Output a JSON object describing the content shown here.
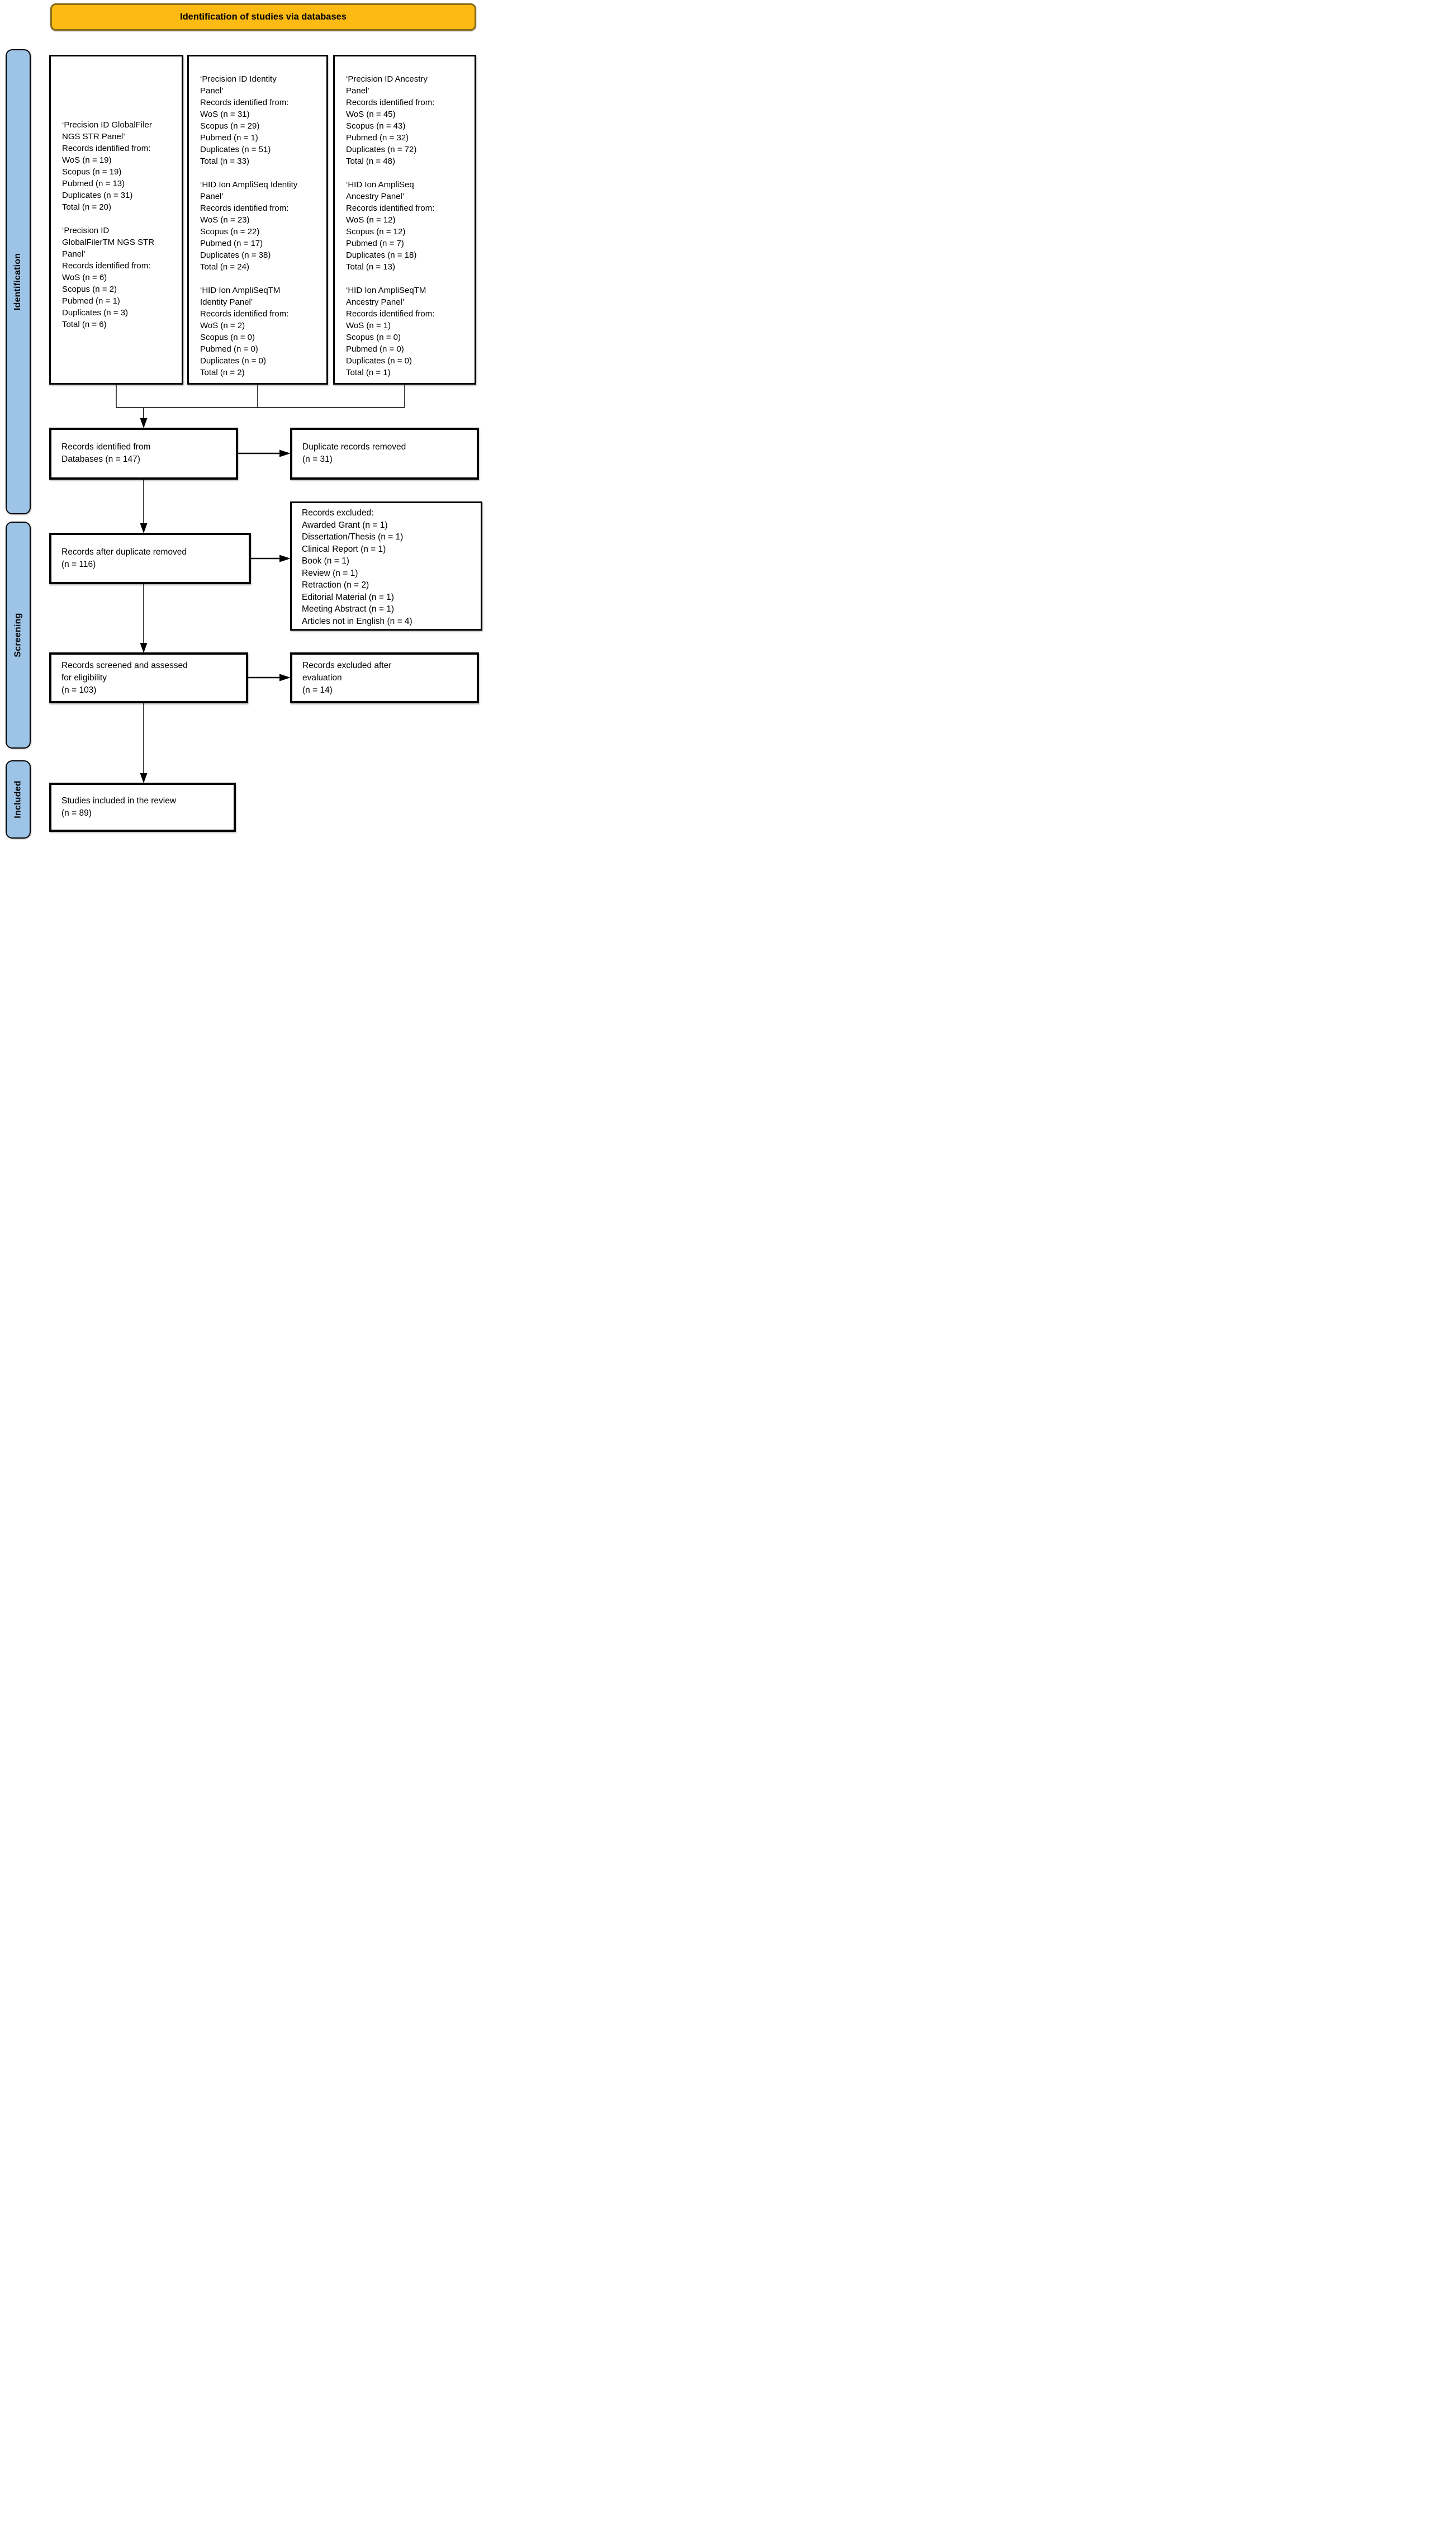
{
  "title": "Identification of studies via databases",
  "colors": {
    "header_fill": "#FCBA12",
    "header_border": "#8A6D1A",
    "sidebar_fill": "#9DC3E6"
  },
  "sidebar": {
    "stages": [
      {
        "label": "Identification"
      },
      {
        "label": "Screening"
      },
      {
        "label": "Included"
      }
    ]
  },
  "database_columns": [
    {
      "lines": [
        "‘Precision ID GlobalFiler",
        "NGS STR Panel’",
        "Records identified from:",
        "WoS (n = 19)",
        "Scopus (n = 19)",
        "Pubmed (n = 13)",
        "Duplicates (n = 31)",
        "Total (n = 20)",
        "",
        "‘Precision ID",
        "GlobalFilerTM NGS STR",
        "Panel’",
        "Records identified from:",
        "WoS (n = 6)",
        "Scopus (n = 2)",
        "Pubmed (n = 1)",
        "Duplicates (n = 3)",
        "Total (n = 6)"
      ]
    },
    {
      "lines": [
        "‘Precision ID Identity",
        "Panel’",
        "Records identified from:",
        "WoS (n = 31)",
        "Scopus (n = 29)",
        "Pubmed (n = 1)",
        "Duplicates (n = 51)",
        "Total (n = 33)",
        "",
        "‘HID Ion AmpliSeq Identity",
        "Panel’",
        "Records identified from:",
        "WoS (n = 23)",
        "Scopus (n = 22)",
        "Pubmed (n = 17)",
        "Duplicates (n = 38)",
        "Total (n = 24)",
        "",
        "‘HID Ion AmpliSeqTM",
        "Identity Panel’",
        "Records identified from:",
        "WoS (n = 2)",
        "Scopus (n = 0)",
        "Pubmed (n = 0)",
        "Duplicates (n = 0)",
        "Total (n = 2)"
      ]
    },
    {
      "lines": [
        "‘Precision ID Ancestry",
        "Panel’",
        "Records identified from:",
        "WoS (n = 45)",
        "Scopus (n = 43)",
        "Pubmed (n = 32)",
        "Duplicates (n = 72)",
        "Total (n = 48)",
        "",
        "‘HID Ion AmpliSeq",
        "Ancestry Panel’",
        "Records identified from:",
        "WoS (n = 12)",
        "Scopus (n = 12)",
        "Pubmed (n = 7)",
        "Duplicates (n = 18)",
        "Total (n = 13)",
        "",
        "‘HID Ion AmpliSeqTM",
        "Ancestry Panel’",
        "Records identified from:",
        "WoS (n = 1)",
        "Scopus (n = 0)",
        "Pubmed (n = 0)",
        "Duplicates (n = 0)",
        "Total (n = 1)"
      ]
    }
  ],
  "flow_boxes": {
    "records_identified": {
      "lines": [
        "Records identified from",
        "Databases (n = 147)"
      ]
    },
    "duplicate_removed": {
      "lines": [
        "Duplicate records removed",
        "(n = 31)"
      ]
    },
    "records_excluded": {
      "lines": [
        "Records excluded:",
        "Awarded Grant (n = 1)",
        "Dissertation/Thesis (n = 1)",
        "Clinical Report (n = 1)",
        "Book (n = 1)",
        "Review (n = 1)",
        "Retraction (n = 2)",
        "Editorial Material (n = 1)",
        "Meeting Abstract (n = 1)",
        "Articles not in English (n = 4)"
      ]
    },
    "after_duplicate_removed": {
      "lines": [
        "Records after duplicate removed",
        "(n = 116)"
      ]
    },
    "screened": {
      "lines": [
        "Records screened and assessed",
        "for eligibility",
        "(n = 103)"
      ]
    },
    "excluded_after_evaluation": {
      "lines": [
        "Records excluded after",
        "evaluation",
        "(n = 14)"
      ]
    },
    "studies_included": {
      "lines": [
        "Studies included in the review",
        "(n = 89)"
      ]
    }
  }
}
